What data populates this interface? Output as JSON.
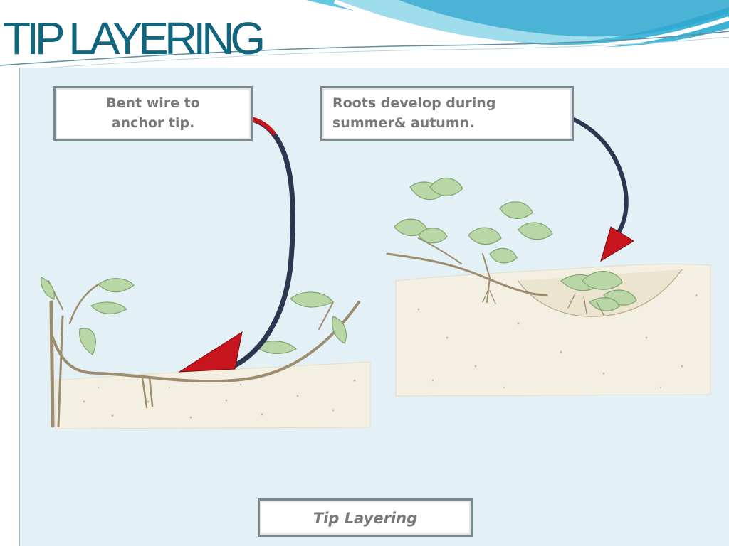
{
  "slide": {
    "title": "TIP LAYERING"
  },
  "figure": {
    "label_left_line1": "Bent wire to",
    "label_left_line2": "anchor tip.",
    "label_right_line1": "Roots develop during",
    "label_right_line2": "summer& autumn.",
    "caption": "Tip Layering"
  },
  "colors": {
    "title": "#10657f",
    "panel_background": "#e3f1f6",
    "soil": "#f3efe2",
    "arrow_body": "#2d3550",
    "arrow_head": "#c8151d",
    "leaf": "#b9d7a6",
    "stem": "#9d8d6e"
  }
}
